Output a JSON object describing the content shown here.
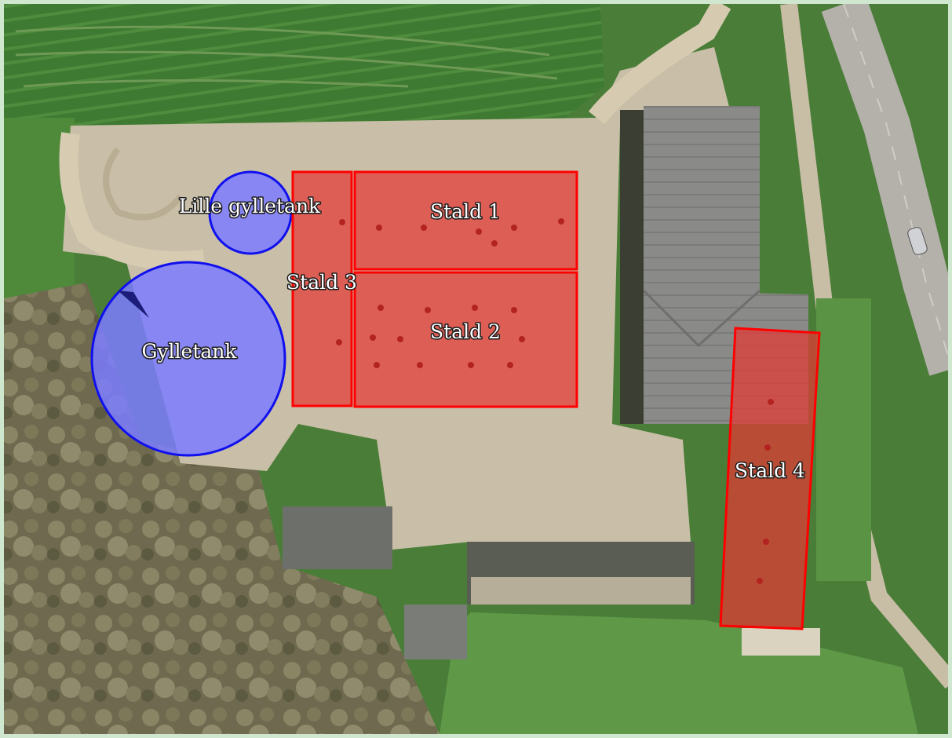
{
  "map": {
    "features": {
      "lille_gylletank": {
        "label": "Lille gylletank",
        "kind": "tank"
      },
      "gylletank": {
        "label": "Gylletank",
        "kind": "tank"
      },
      "stald_1": {
        "label": "Stald 1",
        "kind": "barn"
      },
      "stald_2": {
        "label": "Stald 2",
        "kind": "barn"
      },
      "stald_3": {
        "label": "Stald 3",
        "kind": "barn"
      },
      "stald_4": {
        "label": "Stald 4",
        "kind": "barn"
      }
    },
    "colors": {
      "barn_fill": "#e53935",
      "barn_stroke": "#ff0000",
      "tank_fill": "#7b7bff",
      "tank_stroke": "#1010ee",
      "frame": "#cfe6cf"
    }
  }
}
